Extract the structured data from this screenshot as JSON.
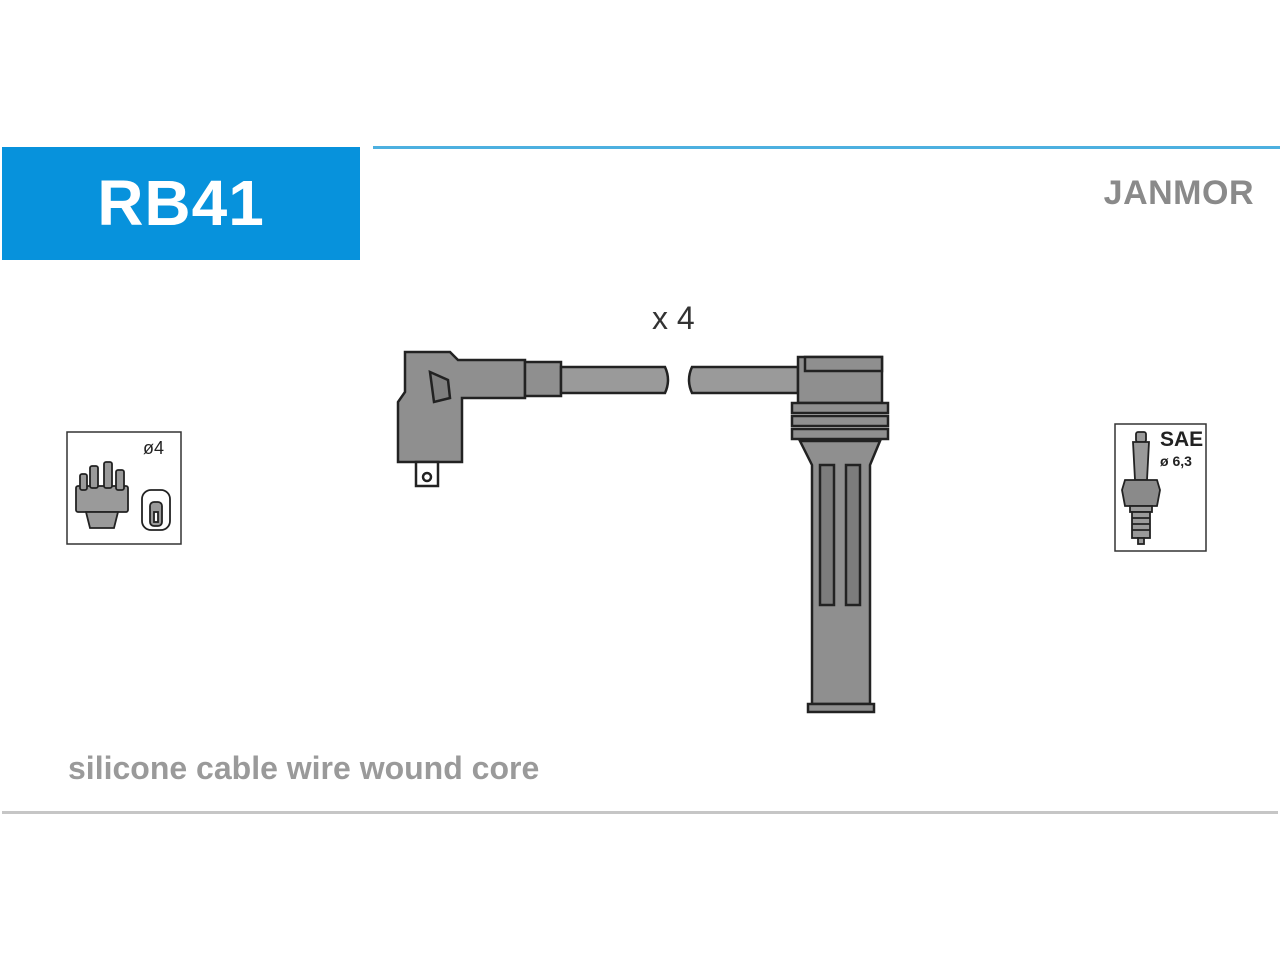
{
  "header": {
    "part_code": "RB41",
    "brand": "JANMOR",
    "accent_color": "#0792dc"
  },
  "diagram": {
    "quantity_label": "x 4",
    "caption": "silicone cable wire wound core",
    "distributor_icon": {
      "icon": "distributor-cap-icon",
      "diameter_label": "ø4"
    },
    "spark_plug_icon": {
      "icon": "spark-plug-icon",
      "standard_label": "SAE",
      "diameter_label": "ø 6,3"
    }
  }
}
